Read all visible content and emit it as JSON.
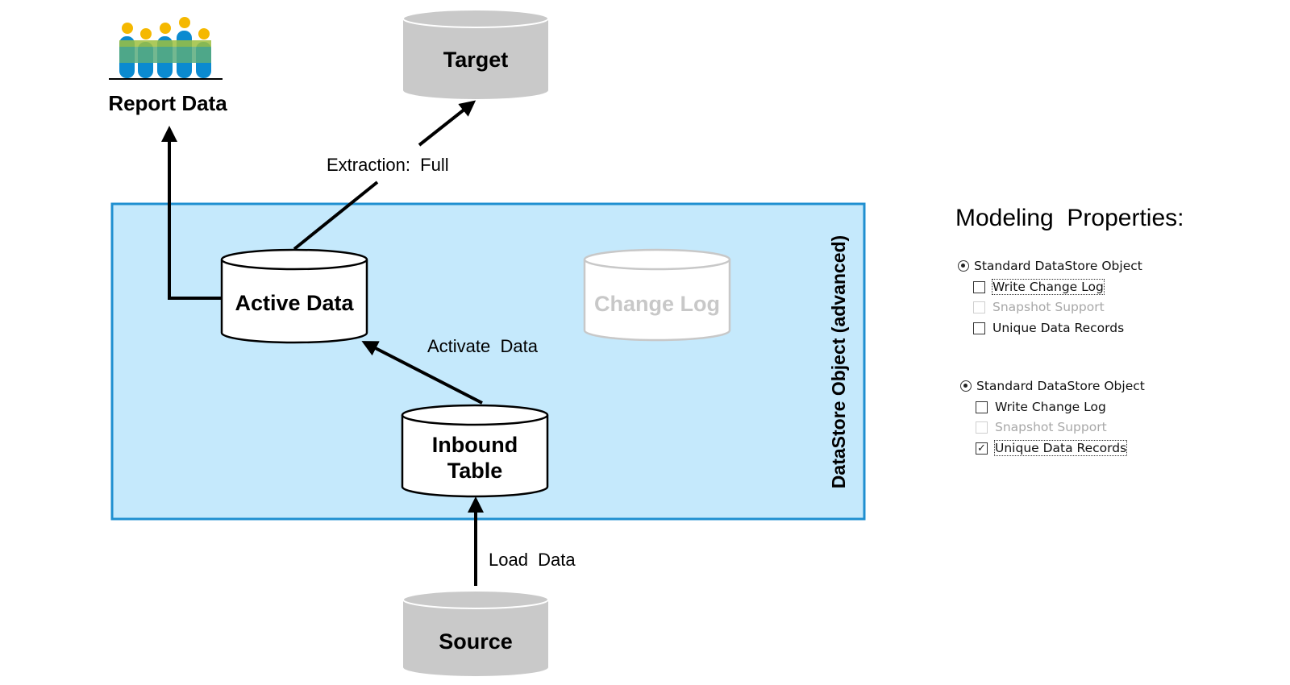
{
  "diagram": {
    "nodes": {
      "target": "Target",
      "source": "Source",
      "active_data": "Active Data",
      "change_log": "Change Log",
      "inbound_line1": "Inbound",
      "inbound_line2": "Table",
      "report_data": "Report Data"
    },
    "container_label": "DataStore Object (advanced)",
    "flows": {
      "extraction": "Extraction:  Full",
      "activate": "Activate  Data",
      "load": "Load  Data"
    },
    "colors": {
      "container_fill": "#c5e9fc",
      "container_border": "#1f8fd0",
      "db_gray": "#c9c9c9",
      "faded": "#c8c8c8"
    }
  },
  "modeling": {
    "title": "Modeling  Properties:",
    "group1": {
      "radio": "Standard DataStore Object",
      "write_change_log": "Write Change Log",
      "snapshot_support": "Snapshot Support",
      "unique_data_records": "Unique Data Records"
    },
    "group2": {
      "radio": "Standard DataStore Object",
      "write_change_log": "Write Change Log",
      "snapshot_support": "Snapshot Support",
      "unique_data_records": "Unique Data Records"
    }
  }
}
